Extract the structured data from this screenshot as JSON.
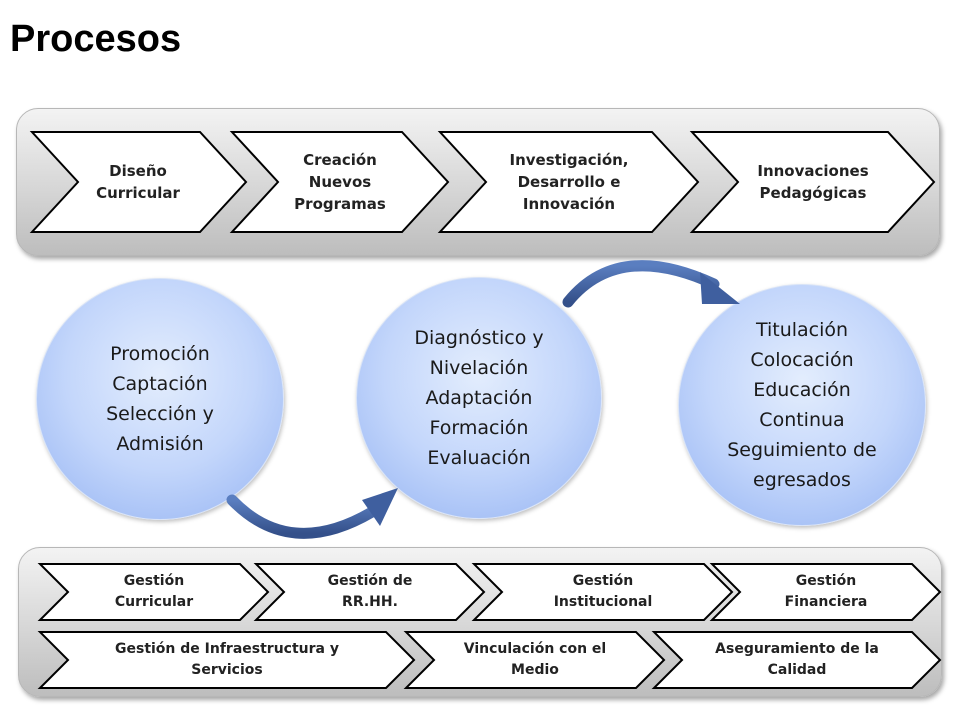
{
  "title": "Procesos",
  "top_band": {
    "items": [
      {
        "label": "Diseño\nCurricular"
      },
      {
        "label": "Creación\nNuevos\nProgramas"
      },
      {
        "label": "Investigación,\nDesarrollo e\nInnovación"
      },
      {
        "label": "Innovaciones\nPedagógicas"
      }
    ]
  },
  "circles": [
    {
      "text": "Promoción\nCaptación\nSelección y\nAdmisión"
    },
    {
      "text": "Diagnóstico y\nNivelación\nAdaptación\nFormación\nEvaluación"
    },
    {
      "text": "Titulación\nColocación\nEducación\nContinua\nSeguimiento de\negresados"
    }
  ],
  "bottom_band": {
    "row1": [
      {
        "label": "Gestión\nCurricular"
      },
      {
        "label": "Gestión de\nRR.HH."
      },
      {
        "label": "Gestión\nInstitucional"
      },
      {
        "label": "Gestión\nFinanciera"
      }
    ],
    "row2": [
      {
        "label": "Gestión de Infraestructura y\nServicios"
      },
      {
        "label": "Vinculación con el\nMedio"
      },
      {
        "label": "Aseguramiento de la\nCalidad"
      }
    ]
  },
  "colors": {
    "arrow": "#3f5f9f",
    "chevron_fill": "#ffffff",
    "chevron_stroke": "#000000",
    "circle_fill": "#c3d6fb"
  }
}
